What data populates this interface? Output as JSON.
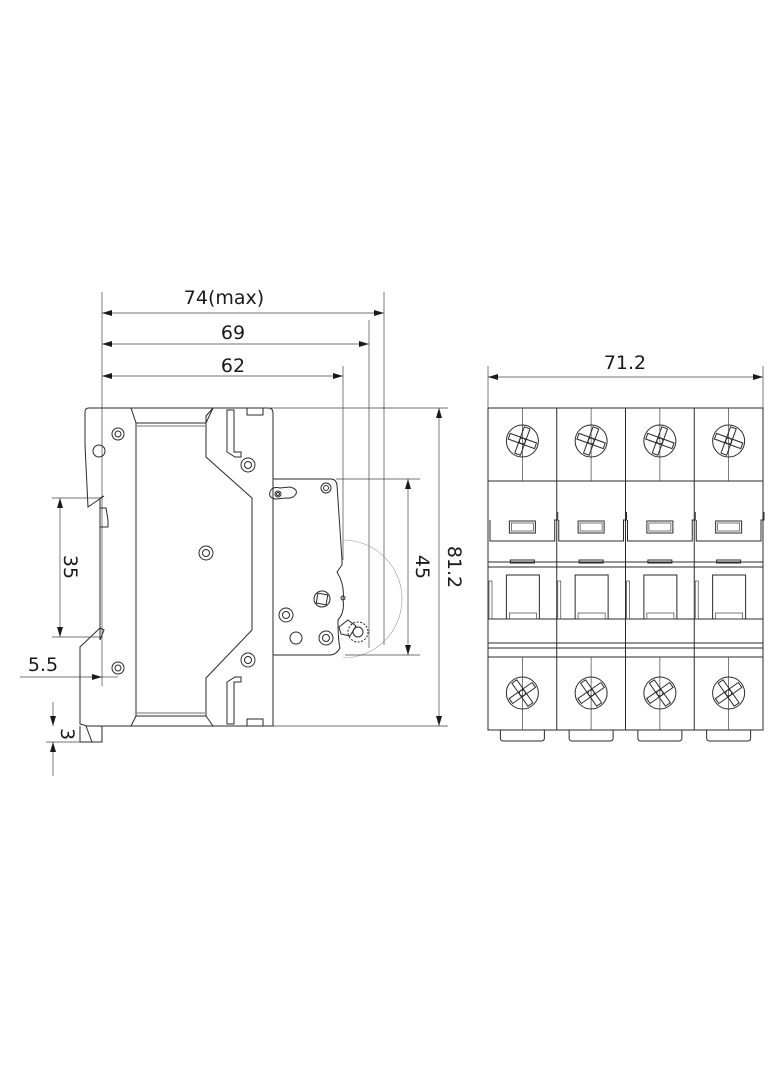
{
  "side_view": {
    "dimensions": {
      "overall_depth": "74(max)",
      "handle_depth": "69",
      "front_depth": "62",
      "din_rail": "35",
      "front_height": "45",
      "overall_height": "81.2",
      "rail_offset": "5.5",
      "foot_height": "3"
    }
  },
  "front_view": {
    "poles": 4,
    "dimensions": {
      "overall_width": "71.2"
    }
  }
}
